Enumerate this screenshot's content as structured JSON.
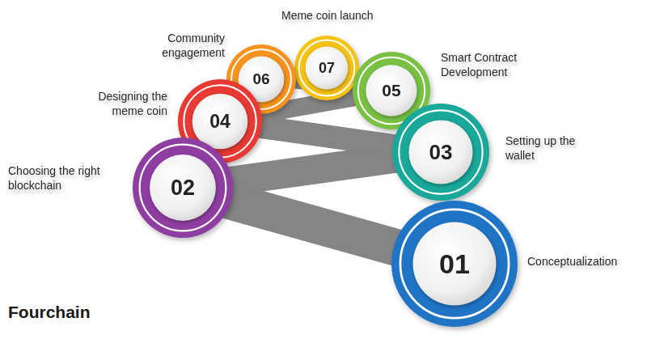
{
  "diagram": {
    "nodes": [
      {
        "text": [
          "01",
          "Conceptualization"
        ]
      },
      {
        "text": [
          "02",
          "Choosing the right blockchain"
        ]
      },
      {
        "text": [
          "03",
          "Setting up the wallet"
        ]
      },
      {
        "text": [
          "04",
          "Designing the meme coin"
        ]
      },
      {
        "text": [
          "05",
          "Smart Contract Development"
        ]
      },
      {
        "text": [
          "06",
          "Community engagement"
        ]
      },
      {
        "text": [
          "07",
          "Meme coin launch"
        ]
      }
    ],
    "edges": [
      {
        "from": 0,
        "to": 1,
        "arrow": "none"
      },
      {
        "from": 1,
        "to": 2,
        "arrow": "none"
      },
      {
        "from": 2,
        "to": 3,
        "arrow": "none"
      },
      {
        "from": 3,
        "to": 4,
        "arrow": "none"
      },
      {
        "from": 4,
        "to": 5,
        "arrow": "none"
      },
      {
        "from": 5,
        "to": 6,
        "arrow": "none"
      }
    ],
    "labels": [
      "Fourchain"
    ]
  }
}
